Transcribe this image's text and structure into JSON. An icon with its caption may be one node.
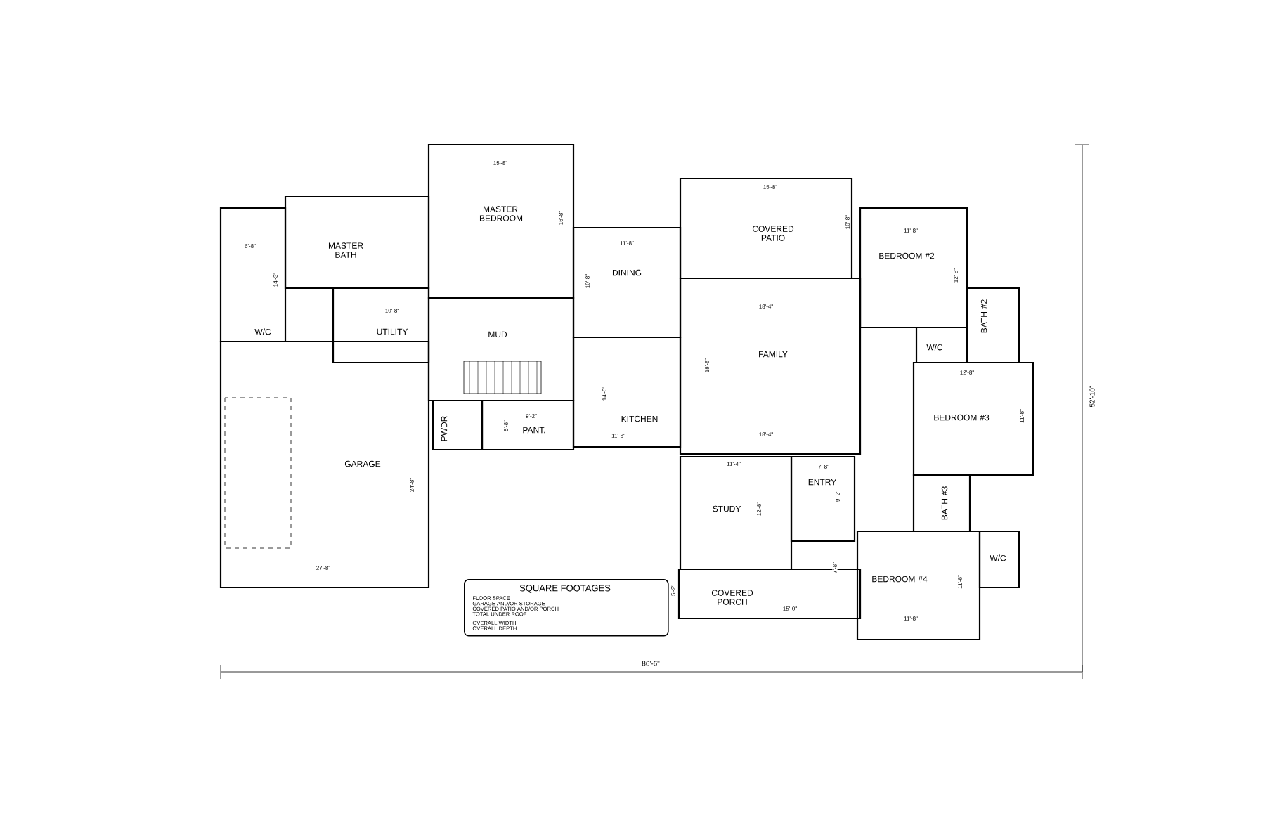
{
  "diagram": {
    "nodes": [
      {
        "text": [
          "MASTER BEDROOM"
        ]
      },
      {
        "text": [
          "MASTER BATH"
        ]
      },
      {
        "text": [
          "UTILITY"
        ]
      },
      {
        "text": [
          "W/C"
        ]
      },
      {
        "text": [
          "MUD"
        ]
      },
      {
        "text": [
          "GARAGE"
        ]
      },
      {
        "text": [
          "PWDR"
        ]
      },
      {
        "text": [
          "PANT."
        ]
      },
      {
        "text": [
          "DINING"
        ]
      },
      {
        "text": [
          "KITCHEN"
        ]
      },
      {
        "text": [
          "COVERED PATIO"
        ]
      },
      {
        "text": [
          "FAMILY"
        ]
      },
      {
        "text": [
          "STUDY"
        ]
      },
      {
        "text": [
          "ENTRY"
        ]
      },
      {
        "text": [
          "COVERED PORCH"
        ]
      },
      {
        "text": [
          "BEDROOM #2"
        ]
      },
      {
        "text": [
          "BATH #2"
        ]
      },
      {
        "text": [
          "W/C"
        ]
      },
      {
        "text": [
          "BEDROOM #3"
        ]
      },
      {
        "text": [
          "BATH #3"
        ]
      },
      {
        "text": [
          "BEDROOM #4"
        ]
      },
      {
        "text": [
          "W/C"
        ]
      },
      {
        "text": [
          "SQUARE FOOTAGES",
          "FLOOR SPACE",
          "GARAGE AND/OR STORAGE",
          "COVERED PATIO AND/OR PORCH",
          "TOTAL UNDER ROOF",
          "OVERALL WIDTH",
          "OVERALL DEPTH"
        ]
      }
    ],
    "labels": [
      "15'-8\"",
      "16'-8\"",
      "6'-8\"",
      "14'-3\"",
      "10'-8\"",
      "27'-8\"",
      "24'-8\"",
      "9'-2\"",
      "5'-8\"",
      "11'-8\"",
      "10'-8\"",
      "11'-8\"",
      "14'-0\"",
      "15'-8\"",
      "10'-8\"",
      "18'-4\"",
      "18'-4\"",
      "18'-8\"",
      "11'-4\"",
      "12'-8\"",
      "7'-8\"",
      "9'-2\"",
      "15'-0\"",
      "5'-2\"",
      "7'-8\"",
      "11'-8\"",
      "12'-8\"",
      "12'-8\"",
      "11'-8\"",
      "11'-8\"",
      "11'-8\"",
      "86'-6\"",
      "52'-10\""
    ]
  }
}
